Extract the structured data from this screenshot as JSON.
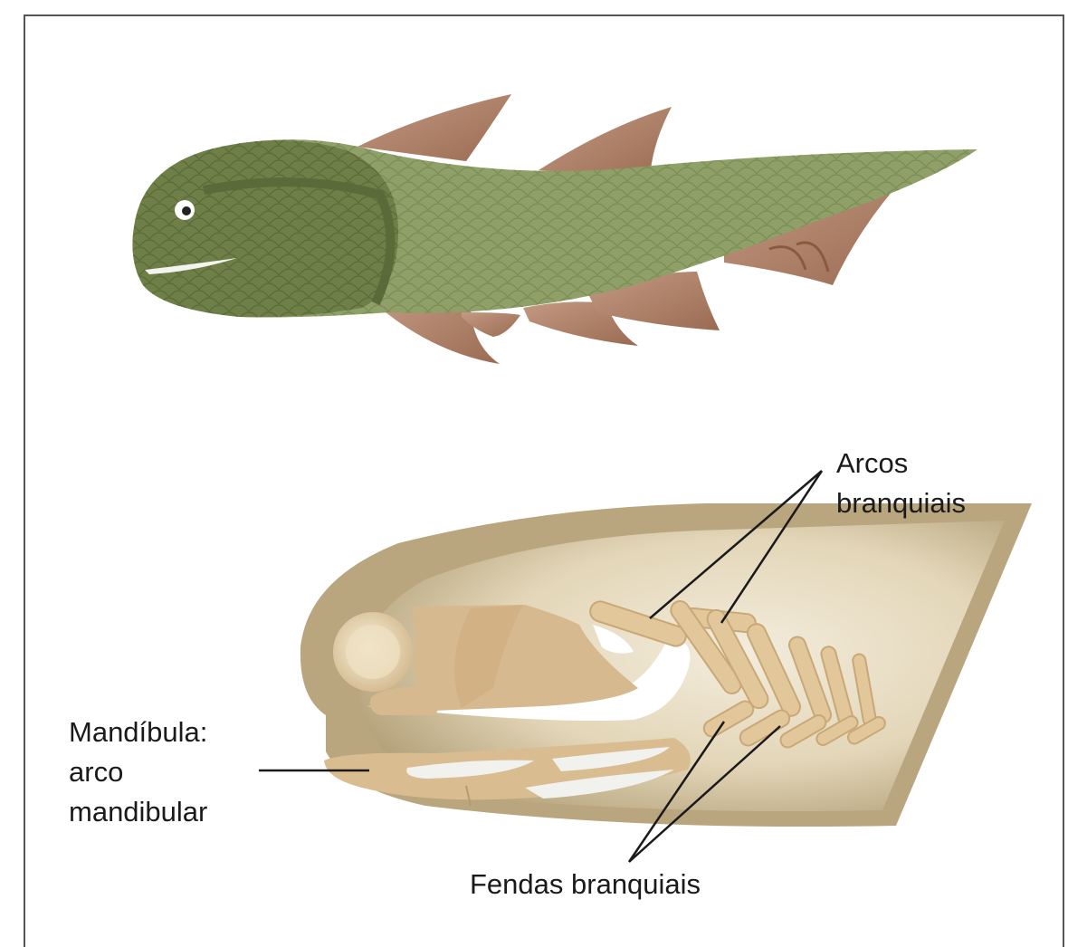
{
  "labels": {
    "arcos_line1": "Arcos",
    "arcos_line2": "branquiais",
    "mandibula_line1": "Mandíbula:",
    "mandibula_line2": "arco",
    "mandibula_line3": "mandibular",
    "fendas": "Fendas branquiais"
  },
  "colors": {
    "fish_body": "#8fa068",
    "fish_head": "#6e8048",
    "fins": "#a87a63",
    "skull_outer": "#b9a57e",
    "skull_inner": "#e9dfc8",
    "bone": "#e0c59a",
    "line": "#1a1a1a"
  }
}
